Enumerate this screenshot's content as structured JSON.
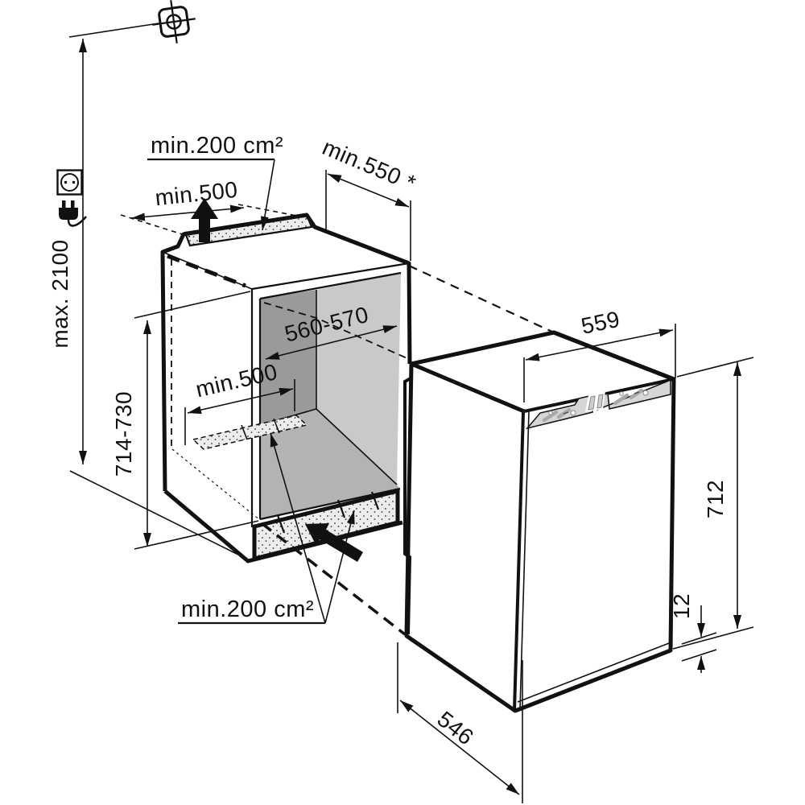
{
  "diagram": {
    "labels": {
      "ceiling_height": "max. 2100",
      "top_vent_area": "min.200 cm²",
      "top_vent_width": "min.500",
      "niche_depth": "min.550 *",
      "niche_height": "714-730",
      "niche_width": "560-570",
      "rear_vent_width": "min.500",
      "appliance_width": "559",
      "appliance_height": "712",
      "base_recess_height": "12",
      "appliance_depth": "546",
      "bottom_vent_area": "min.200 cm²"
    },
    "icons": {
      "datum_target": "mounting-reference-target",
      "socket": "power-socket",
      "plug": "power-plug",
      "airflow_up": "airflow-up-arrow",
      "airflow_in": "airflow-in-arrow"
    },
    "colors": {
      "line": "#111111",
      "back_wall": "#9a9a9a",
      "side_wall": "#c9c9c9",
      "floor": "#b3b3b3",
      "vent_fill": "#ededed",
      "strip_fill": "#d6d6d6",
      "background": "#ffffff"
    }
  }
}
